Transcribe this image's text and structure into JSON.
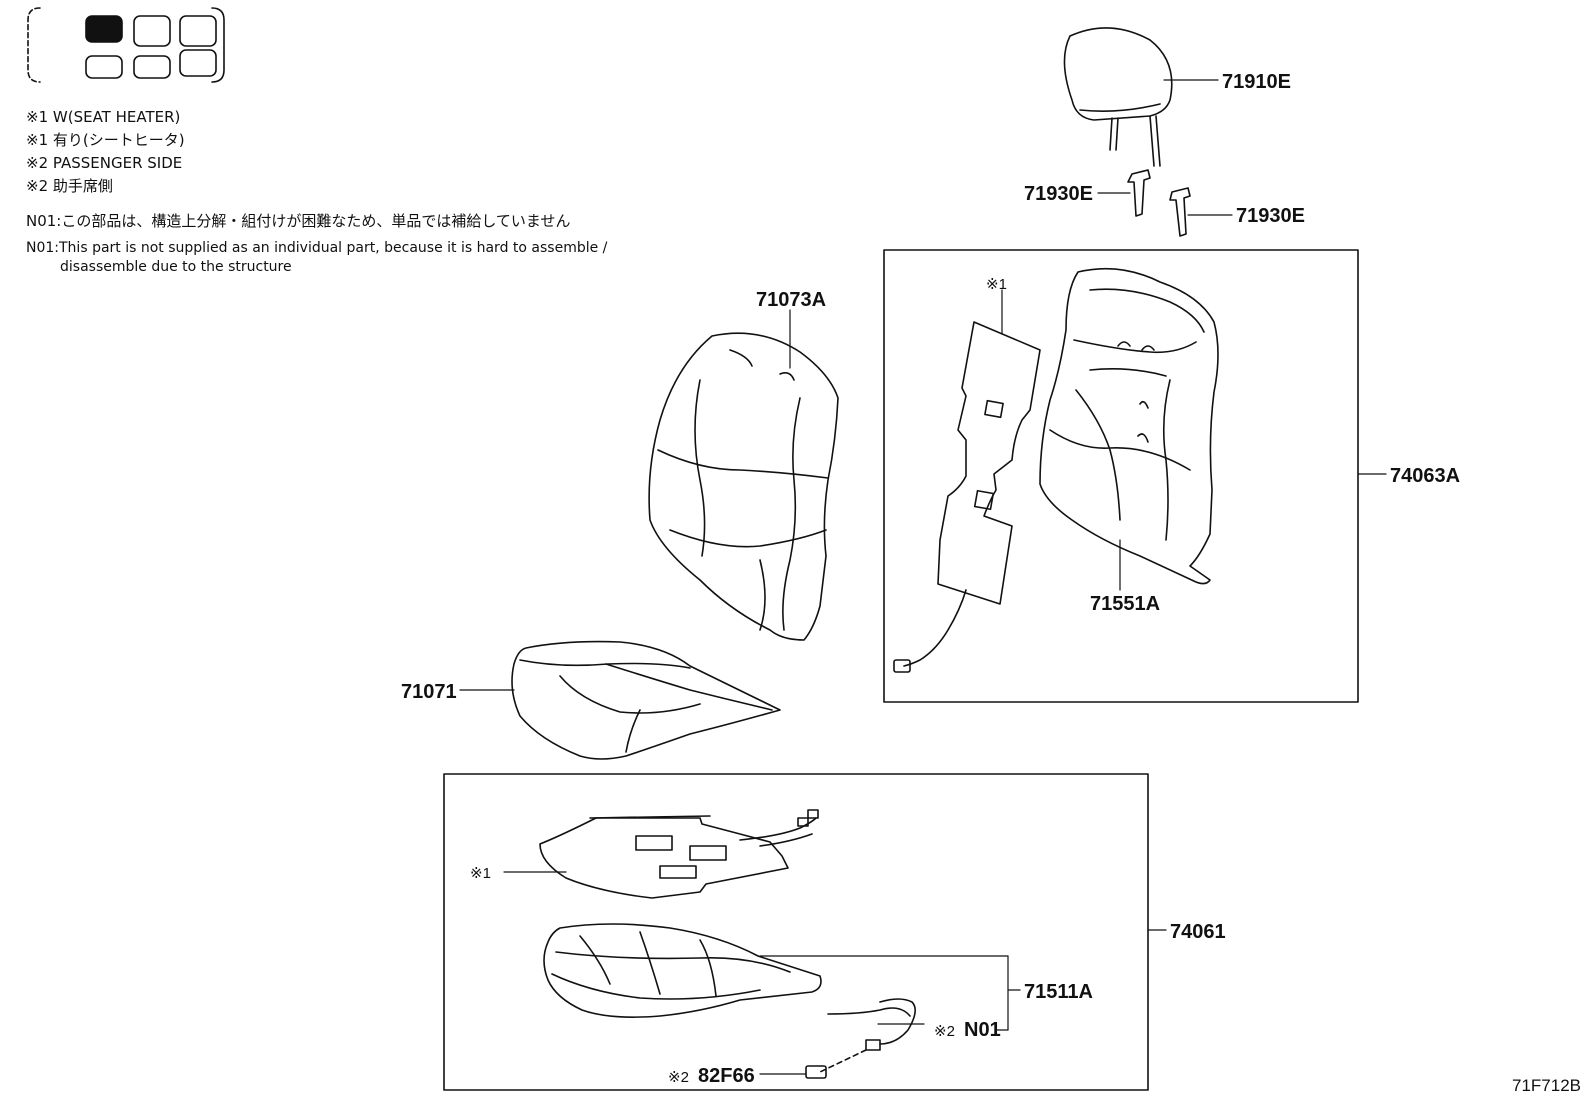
{
  "legend": {
    "notes": [
      "※1 W(SEAT HEATER)",
      "※1 有り(シートヒータ)",
      "※2 PASSENGER SIDE",
      "※2 助手席側"
    ],
    "n01_jp": "N01:この部品は、構造上分解・組付けが困難なため、単品では補給していません",
    "n01_en_line1": "N01:This part is not supplied as an individual part, because it is hard to assemble /",
    "n01_en_line2": "disassemble due to the structure"
  },
  "parts": {
    "headrest": "71910E",
    "guide_left": "71930E",
    "guide_right": "71930E",
    "back_cover": "71073A",
    "back_assembly": "74063A",
    "back_pad": "71551A",
    "cushion_cover": "71071",
    "cushion_assembly": "74061",
    "cushion_pad": "71511A",
    "heater_note_back": "※1",
    "heater_note_cushion": "※1",
    "n01_note_mark": "※2",
    "n01": "N01",
    "connector_note_mark": "※2",
    "connector": "82F66"
  },
  "figure_id": "71F712B"
}
